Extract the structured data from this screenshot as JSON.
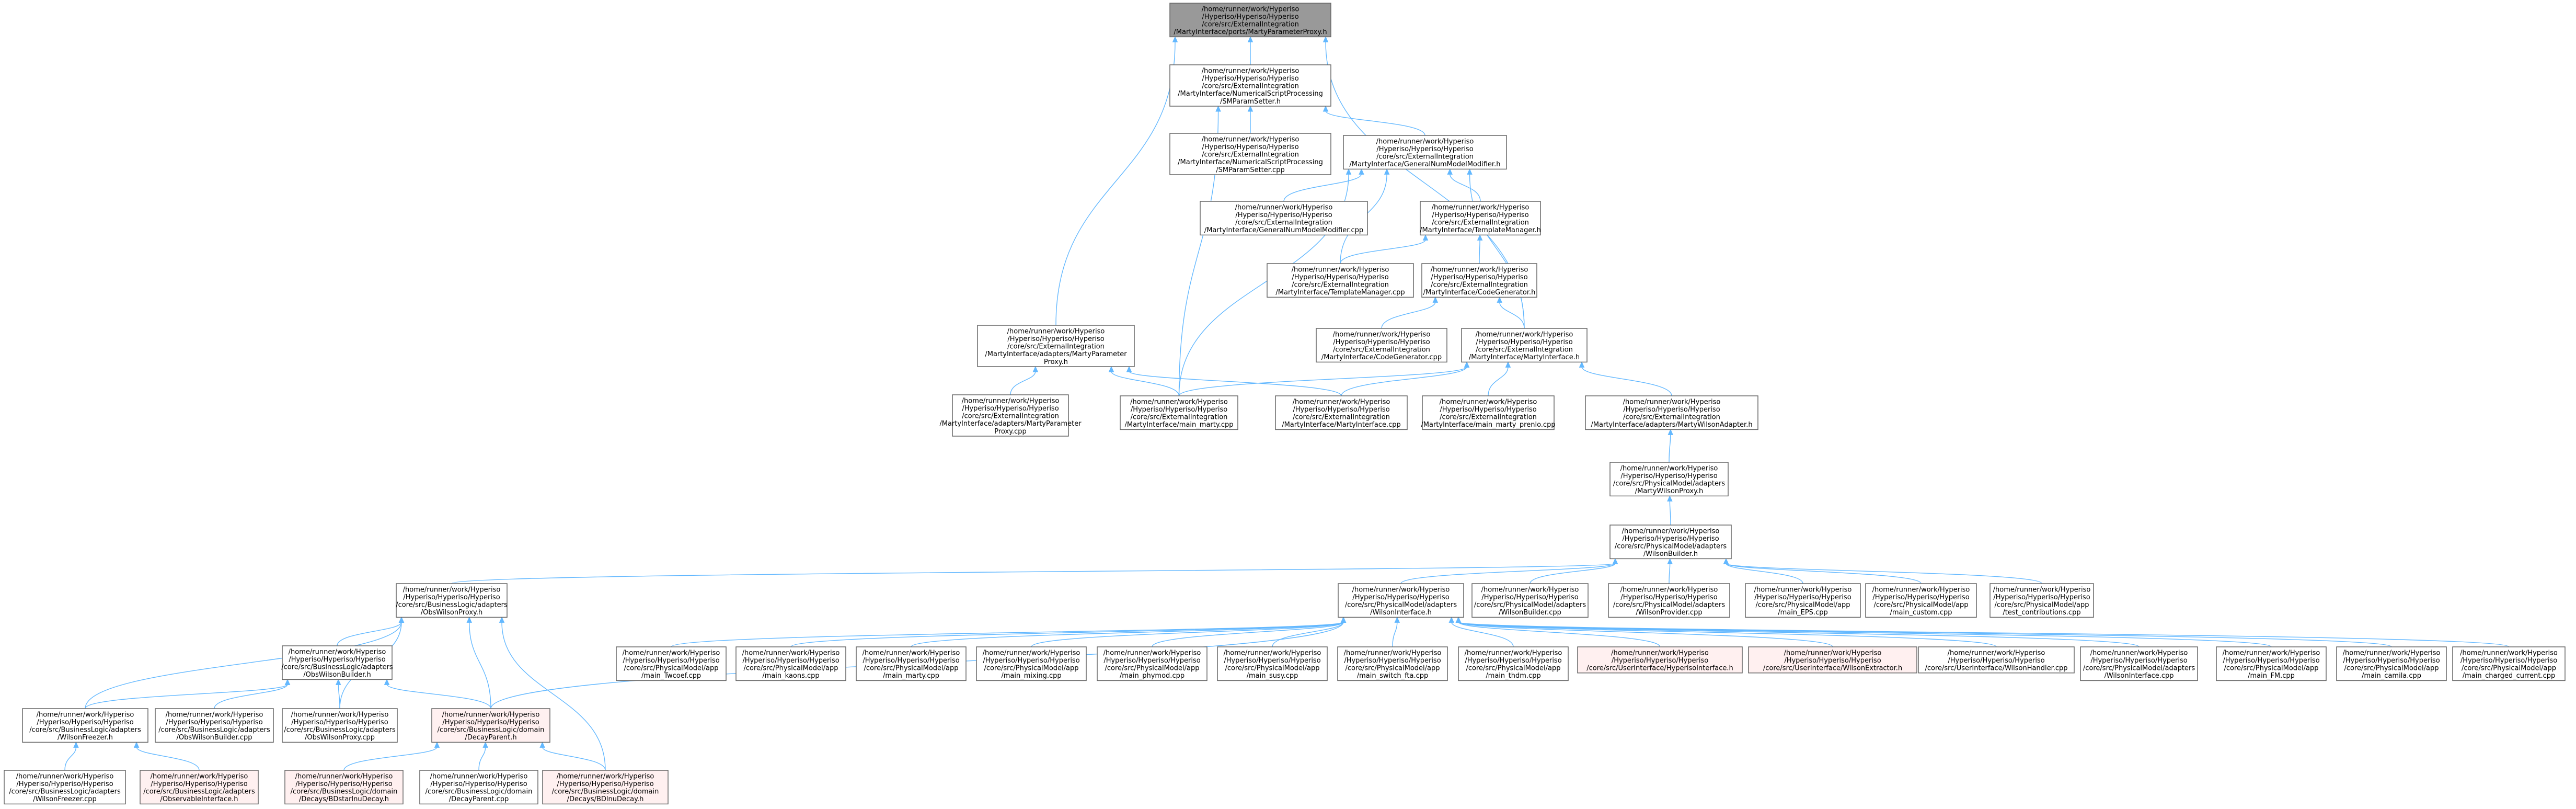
{
  "colors": {
    "node_fill": "#ffffff",
    "node_root_fill": "#999999",
    "node_border": "#666666",
    "node_highlight_border": "#ff0000",
    "node_highlight_fill": "#fff0f0",
    "edge": "#63b8ff"
  },
  "nodes": [
    {
      "id": "root",
      "style": "root",
      "lines": [
        "/home/runner/work/Hyperiso",
        "/Hyperiso/Hyperiso/Hyperiso",
        "/core/src/ExternalIntegration",
        "/MartyInterface/ports/MartyParameterProxy.h"
      ]
    },
    {
      "id": "smparam_h",
      "lines": [
        "/home/runner/work/Hyperiso",
        "/Hyperiso/Hyperiso/Hyperiso",
        "/core/src/ExternalIntegration",
        "/MartyInterface/NumericalScriptProcessing",
        "/SMParamSetter.h"
      ]
    },
    {
      "id": "smparam_cpp",
      "lines": [
        "/home/runner/work/Hyperiso",
        "/Hyperiso/Hyperiso/Hyperiso",
        "/core/src/ExternalIntegration",
        "/MartyInterface/NumericalScriptProcessing",
        "/SMParamSetter.cpp"
      ]
    },
    {
      "id": "gnm_h",
      "lines": [
        "/home/runner/work/Hyperiso",
        "/Hyperiso/Hyperiso/Hyperiso",
        "/core/src/ExternalIntegration",
        "/MartyInterface/GeneralNumModelModifier.h"
      ]
    },
    {
      "id": "gnm_cpp",
      "lines": [
        "/home/runner/work/Hyperiso",
        "/Hyperiso/Hyperiso/Hyperiso",
        "/core/src/ExternalIntegration",
        "/MartyInterface/GeneralNumModelModifier.cpp"
      ]
    },
    {
      "id": "tm_h",
      "lines": [
        "/home/runner/work/Hyperiso",
        "/Hyperiso/Hyperiso/Hyperiso",
        "/core/src/ExternalIntegration",
        "/MartyInterface/TemplateManager.h"
      ]
    },
    {
      "id": "tm_cpp",
      "lines": [
        "/home/runner/work/Hyperiso",
        "/Hyperiso/Hyperiso/Hyperiso",
        "/core/src/ExternalIntegration",
        "/MartyInterface/TemplateManager.cpp"
      ]
    },
    {
      "id": "cg_h",
      "lines": [
        "/home/runner/work/Hyperiso",
        "/Hyperiso/Hyperiso/Hyperiso",
        "/core/src/ExternalIntegration",
        "/MartyInterface/CodeGenerator.h"
      ]
    },
    {
      "id": "cg_cpp",
      "lines": [
        "/home/runner/work/Hyperiso",
        "/Hyperiso/Hyperiso/Hyperiso",
        "/core/src/ExternalIntegration",
        "/MartyInterface/CodeGenerator.cpp"
      ]
    },
    {
      "id": "mpp_h",
      "lines": [
        "/home/runner/work/Hyperiso",
        "/Hyperiso/Hyperiso/Hyperiso",
        "/core/src/ExternalIntegration",
        "/MartyInterface/adapters/MartyParameter",
        "Proxy.h"
      ]
    },
    {
      "id": "mi_h",
      "lines": [
        "/home/runner/work/Hyperiso",
        "/Hyperiso/Hyperiso/Hyperiso",
        "/core/src/ExternalIntegration",
        "/MartyInterface/MartyInterface.h"
      ]
    },
    {
      "id": "mpp_cpp",
      "lines": [
        "/home/runner/work/Hyperiso",
        "/Hyperiso/Hyperiso/Hyperiso",
        "/core/src/ExternalIntegration",
        "/MartyInterface/adapters/MartyParameter",
        "Proxy.cpp"
      ]
    },
    {
      "id": "main_marty",
      "lines": [
        "/home/runner/work/Hyperiso",
        "/Hyperiso/Hyperiso/Hyperiso",
        "/core/src/ExternalIntegration",
        "/MartyInterface/main_marty.cpp"
      ]
    },
    {
      "id": "mi_cpp",
      "lines": [
        "/home/runner/work/Hyperiso",
        "/Hyperiso/Hyperiso/Hyperiso",
        "/core/src/ExternalIntegration",
        "/MartyInterface/MartyInterface.cpp"
      ]
    },
    {
      "id": "main_prenlo",
      "lines": [
        "/home/runner/work/Hyperiso",
        "/Hyperiso/Hyperiso/Hyperiso",
        "/core/src/ExternalIntegration",
        "/MartyInterface/main_marty_prenlo.cpp"
      ]
    },
    {
      "id": "mwa_h",
      "lines": [
        "/home/runner/work/Hyperiso",
        "/Hyperiso/Hyperiso/Hyperiso",
        "/core/src/ExternalIntegration",
        "/MartyInterface/adapters/MartyWilsonAdapter.h"
      ]
    },
    {
      "id": "mwp_h",
      "lines": [
        "/home/runner/work/Hyperiso",
        "/Hyperiso/Hyperiso/Hyperiso",
        "/core/src/PhysicalModel/adapters",
        "/MartyWilsonProxy.h"
      ]
    },
    {
      "id": "wb_h",
      "lines": [
        "/home/runner/work/Hyperiso",
        "/Hyperiso/Hyperiso/Hyperiso",
        "/core/src/PhysicalModel/adapters",
        "/WilsonBuilder.h"
      ]
    },
    {
      "id": "owp_h",
      "lines": [
        "/home/runner/work/Hyperiso",
        "/Hyperiso/Hyperiso/Hyperiso",
        "/core/src/BusinessLogic/adapters",
        "/ObsWilsonProxy.h"
      ]
    },
    {
      "id": "wi_h",
      "lines": [
        "/home/runner/work/Hyperiso",
        "/Hyperiso/Hyperiso/Hyperiso",
        "/core/src/PhysicalModel/adapters",
        "/WilsonInterface.h"
      ]
    },
    {
      "id": "wb_cpp",
      "lines": [
        "/home/runner/work/Hyperiso",
        "/Hyperiso/Hyperiso/Hyperiso",
        "/core/src/PhysicalModel/adapters",
        "/WilsonBuilder.cpp"
      ]
    },
    {
      "id": "wp_cpp",
      "lines": [
        "/home/runner/work/Hyperiso",
        "/Hyperiso/Hyperiso/Hyperiso",
        "/core/src/PhysicalModel/adapters",
        "/WilsonProvider.cpp"
      ]
    },
    {
      "id": "main_eps",
      "lines": [
        "/home/runner/work/Hyperiso",
        "/Hyperiso/Hyperiso/Hyperiso",
        "/core/src/PhysicalModel/app",
        "/main_EPS.cpp"
      ]
    },
    {
      "id": "main_custom",
      "lines": [
        "/home/runner/work/Hyperiso",
        "/Hyperiso/Hyperiso/Hyperiso",
        "/core/src/PhysicalModel/app",
        "/main_custom.cpp"
      ]
    },
    {
      "id": "test_contrib",
      "lines": [
        "/home/runner/work/Hyperiso",
        "/Hyperiso/Hyperiso/Hyperiso",
        "/core/src/PhysicalModel/app",
        "/test_contributions.cpp"
      ]
    },
    {
      "id": "owb_h",
      "lines": [
        "/home/runner/work/Hyperiso",
        "/Hyperiso/Hyperiso/Hyperiso",
        "/core/src/BusinessLogic/adapters",
        "/ObsWilsonBuilder.h"
      ]
    },
    {
      "id": "main_twcoef",
      "lines": [
        "/home/runner/work/Hyperiso",
        "/Hyperiso/Hyperiso/Hyperiso",
        "/core/src/PhysicalModel/app",
        "/main_Twcoef.cpp"
      ]
    },
    {
      "id": "main_kaons",
      "lines": [
        "/home/runner/work/Hyperiso",
        "/Hyperiso/Hyperiso/Hyperiso",
        "/core/src/PhysicalModel/app",
        "/main_kaons.cpp"
      ]
    },
    {
      "id": "main_marty2",
      "lines": [
        "/home/runner/work/Hyperiso",
        "/Hyperiso/Hyperiso/Hyperiso",
        "/core/src/PhysicalModel/app",
        "/main_marty.cpp"
      ]
    },
    {
      "id": "main_mixing",
      "lines": [
        "/home/runner/work/Hyperiso",
        "/Hyperiso/Hyperiso/Hyperiso",
        "/core/src/PhysicalModel/app",
        "/main_mixing.cpp"
      ]
    },
    {
      "id": "main_phymod",
      "lines": [
        "/home/runner/work/Hyperiso",
        "/Hyperiso/Hyperiso/Hyperiso",
        "/core/src/PhysicalModel/app",
        "/main_phymod.cpp"
      ]
    },
    {
      "id": "main_susy",
      "lines": [
        "/home/runner/work/Hyperiso",
        "/Hyperiso/Hyperiso/Hyperiso",
        "/core/src/PhysicalModel/app",
        "/main_susy.cpp"
      ]
    },
    {
      "id": "main_switch",
      "lines": [
        "/home/runner/work/Hyperiso",
        "/Hyperiso/Hyperiso/Hyperiso",
        "/core/src/PhysicalModel/app",
        "/main_switch_fta.cpp"
      ]
    },
    {
      "id": "main_thdm",
      "lines": [
        "/home/runner/work/Hyperiso",
        "/Hyperiso/Hyperiso/Hyperiso",
        "/core/src/PhysicalModel/app",
        "/main_thdm.cpp"
      ]
    },
    {
      "id": "hyp_iface",
      "style": "red",
      "lines": [
        "/home/runner/work/Hyperiso",
        "/Hyperiso/Hyperiso/Hyperiso",
        "/core/src/UserInterface/HyperisoInterface.h"
      ]
    },
    {
      "id": "wil_extr",
      "style": "red",
      "lines": [
        "/home/runner/work/Hyperiso",
        "/Hyperiso/Hyperiso/Hyperiso",
        "/core/src/UserInterface/WilsonExtractor.h"
      ]
    },
    {
      "id": "wil_handler",
      "lines": [
        "/home/runner/work/Hyperiso",
        "/Hyperiso/Hyperiso/Hyperiso",
        "/core/src/UserInterface/WilsonHandler.cpp"
      ]
    },
    {
      "id": "wi_cpp",
      "lines": [
        "/home/runner/work/Hyperiso",
        "/Hyperiso/Hyperiso/Hyperiso",
        "/core/src/PhysicalModel/adapters",
        "/WilsonInterface.cpp"
      ]
    },
    {
      "id": "main_fm",
      "lines": [
        "/home/runner/work/Hyperiso",
        "/Hyperiso/Hyperiso/Hyperiso",
        "/core/src/PhysicalModel/app",
        "/main_FM.cpp"
      ]
    },
    {
      "id": "main_camila",
      "lines": [
        "/home/runner/work/Hyperiso",
        "/Hyperiso/Hyperiso/Hyperiso",
        "/core/src/PhysicalModel/app",
        "/main_camila.cpp"
      ]
    },
    {
      "id": "main_charged",
      "lines": [
        "/home/runner/work/Hyperiso",
        "/Hyperiso/Hyperiso/Hyperiso",
        "/core/src/PhysicalModel/app",
        "/main_charged_current.cpp"
      ]
    },
    {
      "id": "wf_h",
      "lines": [
        "/home/runner/work/Hyperiso",
        "/Hyperiso/Hyperiso/Hyperiso",
        "/core/src/BusinessLogic/adapters",
        "/WilsonFreezer.h"
      ]
    },
    {
      "id": "owb_cpp",
      "lines": [
        "/home/runner/work/Hyperiso",
        "/Hyperiso/Hyperiso/Hyperiso",
        "/core/src/BusinessLogic/adapters",
        "/ObsWilsonBuilder.cpp"
      ]
    },
    {
      "id": "owp_cpp",
      "lines": [
        "/home/runner/work/Hyperiso",
        "/Hyperiso/Hyperiso/Hyperiso",
        "/core/src/BusinessLogic/adapters",
        "/ObsWilsonProxy.cpp"
      ]
    },
    {
      "id": "dp_h",
      "style": "red",
      "lines": [
        "/home/runner/work/Hyperiso",
        "/Hyperiso/Hyperiso/Hyperiso",
        "/core/src/BusinessLogic/domain",
        "/DecayParent.h"
      ]
    },
    {
      "id": "wf_cpp",
      "lines": [
        "/home/runner/work/Hyperiso",
        "/Hyperiso/Hyperiso/Hyperiso",
        "/core/src/BusinessLogic/adapters",
        "/WilsonFreezer.cpp"
      ]
    },
    {
      "id": "obs_iface",
      "style": "red",
      "lines": [
        "/home/runner/work/Hyperiso",
        "/Hyperiso/Hyperiso/Hyperiso",
        "/core/src/BusinessLogic/adapters",
        "/ObservableInterface.h"
      ]
    },
    {
      "id": "bd_star",
      "style": "red",
      "lines": [
        "/home/runner/work/Hyperiso",
        "/Hyperiso/Hyperiso/Hyperiso",
        "/core/src/BusinessLogic/domain",
        "/Decays/BDstarlnuDecay.h"
      ]
    },
    {
      "id": "dp_cpp",
      "lines": [
        "/home/runner/work/Hyperiso",
        "/Hyperiso/Hyperiso/Hyperiso",
        "/core/src/BusinessLogic/domain",
        "/DecayParent.cpp"
      ]
    },
    {
      "id": "bd_lnu",
      "style": "red",
      "lines": [
        "/home/runner/work/Hyperiso",
        "/Hyperiso/Hyperiso/Hyperiso",
        "/core/src/BusinessLogic/domain",
        "/Decays/BDlnuDecay.h"
      ]
    }
  ],
  "edges": [
    [
      "smparam_h",
      "root"
    ],
    [
      "mpp_h",
      "root"
    ],
    [
      "mi_h",
      "root"
    ],
    [
      "smparam_cpp",
      "smparam_h"
    ],
    [
      "gnm_h",
      "smparam_h"
    ],
    [
      "main_marty",
      "smparam_h"
    ],
    [
      "gnm_cpp",
      "gnm_h"
    ],
    [
      "tm_h",
      "gnm_h"
    ],
    [
      "tm_cpp",
      "gnm_h"
    ],
    [
      "mi_h",
      "gnm_h"
    ],
    [
      "main_marty",
      "gnm_h"
    ],
    [
      "tm_cpp",
      "tm_h"
    ],
    [
      "cg_h",
      "tm_h"
    ],
    [
      "cg_cpp",
      "cg_h"
    ],
    [
      "mi_h",
      "cg_h"
    ],
    [
      "mpp_cpp",
      "mpp_h"
    ],
    [
      "main_marty",
      "mpp_h"
    ],
    [
      "mi_cpp",
      "mpp_h"
    ],
    [
      "main_marty",
      "mi_h"
    ],
    [
      "mi_cpp",
      "mi_h"
    ],
    [
      "main_prenlo",
      "mi_h"
    ],
    [
      "mwa_h",
      "mi_h"
    ],
    [
      "mwp_h",
      "mwa_h"
    ],
    [
      "wb_h",
      "mwp_h"
    ],
    [
      "owp_h",
      "wb_h"
    ],
    [
      "wi_h",
      "wb_h"
    ],
    [
      "wb_cpp",
      "wb_h"
    ],
    [
      "wp_cpp",
      "wb_h"
    ],
    [
      "main_eps",
      "wb_h"
    ],
    [
      "main_custom",
      "wb_h"
    ],
    [
      "test_contrib",
      "wb_h"
    ],
    [
      "owb_h",
      "owp_h"
    ],
    [
      "wf_h",
      "owp_h"
    ],
    [
      "owp_cpp",
      "owp_h"
    ],
    [
      "dp_h",
      "owp_h"
    ],
    [
      "bd_lnu",
      "owp_h"
    ],
    [
      "main_twcoef",
      "wi_h"
    ],
    [
      "main_kaons",
      "wi_h"
    ],
    [
      "main_marty2",
      "wi_h"
    ],
    [
      "main_mixing",
      "wi_h"
    ],
    [
      "main_phymod",
      "wi_h"
    ],
    [
      "main_susy",
      "wi_h"
    ],
    [
      "main_switch",
      "wi_h"
    ],
    [
      "main_thdm",
      "wi_h"
    ],
    [
      "hyp_iface",
      "wi_h"
    ],
    [
      "wil_extr",
      "wi_h"
    ],
    [
      "wil_handler",
      "wi_h"
    ],
    [
      "wi_cpp",
      "wi_h"
    ],
    [
      "main_fm",
      "wi_h"
    ],
    [
      "main_camila",
      "wi_h"
    ],
    [
      "main_charged",
      "wi_h"
    ],
    [
      "dp_h",
      "wi_h"
    ],
    [
      "wf_h",
      "owb_h"
    ],
    [
      "owb_cpp",
      "owb_h"
    ],
    [
      "owp_cpp",
      "owb_h"
    ],
    [
      "dp_h",
      "owb_h"
    ],
    [
      "wf_cpp",
      "wf_h"
    ],
    [
      "obs_iface",
      "wf_h"
    ],
    [
      "bd_star",
      "dp_h"
    ],
    [
      "dp_cpp",
      "dp_h"
    ],
    [
      "bd_lnu",
      "dp_h"
    ]
  ]
}
